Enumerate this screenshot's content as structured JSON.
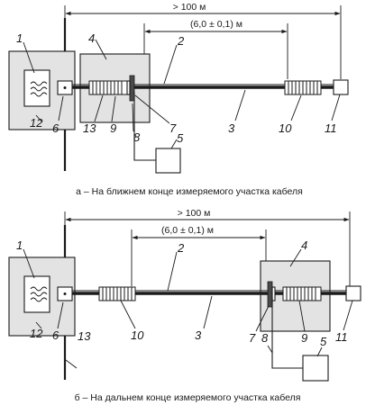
{
  "diagrams": [
    {
      "id": "a",
      "caption": "а – На ближнем конце измеряемого участка кабеля",
      "dim_outer": "> 100 м",
      "dim_inner": "(6,0 ± 0,1) м",
      "labels": {
        "n1": "1",
        "n2": "2",
        "n3": "3",
        "n4": "4",
        "n5": "5",
        "n6": "6",
        "n7": "7",
        "n8": "8",
        "n9": "9",
        "n10": "10",
        "n11": "11",
        "n12": "12",
        "n13": "13"
      }
    },
    {
      "id": "b",
      "caption": "б – На дальнем конце измеряемого участка кабеля",
      "dim_outer": "> 100 м",
      "dim_inner": "(6,0 ± 0,1) м",
      "labels": {
        "n1": "1",
        "n2": "2",
        "n3": "3",
        "n4": "4",
        "n5": "5",
        "n6": "6",
        "n7": "7",
        "n8": "8",
        "n9": "9",
        "n10": "10",
        "n11": "11",
        "n12": "12",
        "n13": "13"
      }
    }
  ]
}
